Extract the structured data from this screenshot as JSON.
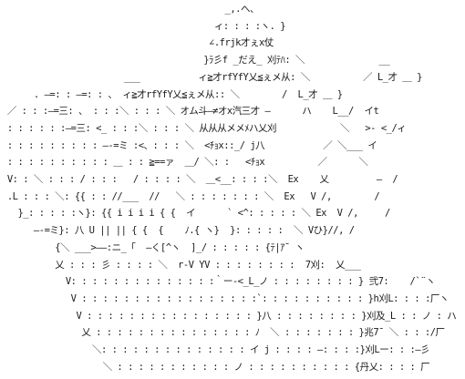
{
  "art": {
    "lines": [
      "                                          _,.へ、",
      "                                        ィ: : : :ヽ. }",
      "                                       ∠.frjk才ぇx仗",
      "                                      }ﾗ彡f _だえ_ 刈ﾃﾊ: ＼              __",
      "                       ___           ィ≧才rfYfY乂≦ぇメ从: ＼          ／ L_才 ＿ }",
      "      . ―=: : ―=: : 、 ィ≧才rfYfY乂≦ぇメ从:: ＼        /  L_才 ＿ }",
      " ／ : : :―=三: 、 : : :＼ : : : ＼ オム斗―≠オx汽三才 ―      ハ    L__/  イt",
      " : : : : : :―=三: <_ : : :＼ : : : ＼ 从从从メメﾒハ乂刈            ＼   >- <_/ィ",
      " : : : : : : : : : ―-=ミ :<、: : : ＼  <ﾁｮx::_/ j八           ／ ＼___ イ",
      " : : : : : : : : : : ＿ : : ≧==ァ  ＿/ ＼: :   <ﾁｮx          ／      ＼",
      " V: : ＼ : : : / : : :   / : : : : ＼  ＿<__: : : :＼  Ex    乂         ―  /",
      " .L : : : ＼: {{ : : //___  //   ＼ : : : : : : : ＼  Ex   V /,        /",
      "   }_: : : : :ヽ}: {{ i i i i { {  イ      ` <^: : : : : ＼ Ex  V /,     /",
      "      ―-=ミ}: 八 U || || { {  {    ﾉ.{ ヽ}  }: : : : :  ＼ Vひ}//, /",
      "          {＼ ___>――:ニ_「  ―く[^ヽ  ]_/ : : : : : {ﾃ|ｱ¯ ヽ",
      "          乂 : : : 彡 : : : : ＼  r‐V YV : : : : : : : :  7刈:  乂___",
      "            V: : : : : : : : : : : : : :｀ー-<_L_ノ : : : : : : : : } 弐7:    /`¨ヽ",
      "             V : : : : : : : : : : : : : : : : :`: : : : : : : : : : }h刈L: : : :厂ヽ",
      "              V : : : : : : : : : : : : : : : : }八 : : : : : : : : }刈及_L : : ノ : ハ",
      "               乂 : : : : : : : : : : : : : : : ﾉ  ＼ : : : : : : : }兆7¯ ＼ : : :/厂",
      "                 ＼: : : : : : : : : : : : : : イ j : : : : ―: : : :}刈Lー: : :―彡",
      "                   ＼ : : : : : : : : : : : ノ : : : : : : : : : : {丹乂: : : : 厂"
    ]
  }
}
